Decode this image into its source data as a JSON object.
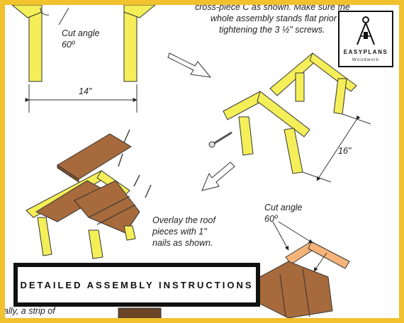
{
  "texts": {
    "top_cut_label": "Cut angle",
    "top_cut_angle": "60º",
    "dim_14": "14\"",
    "header_line1": "cross-piece C as shown. Make sure the",
    "header_line2": "whole assembly stands flat prior to",
    "header_line3": "tightening the 3 ½\" screws.",
    "dim_16": "16\"",
    "overlay_line1": "Overlay the roof",
    "overlay_line2": "pieces with 1\"",
    "overlay_line3": "nails as shown.",
    "bottom_cut_label": "Cut angle",
    "bottom_cut_angle": "60º",
    "footer_fragment": "ally, a strip of"
  },
  "logo": {
    "brand": "EASYPLANS",
    "sub": "Woodwork",
    "icon": "compass-icon"
  },
  "banner": {
    "label": "DETAILED ASSEMBLY INSTRUCTIONS"
  },
  "colors": {
    "border": "#f2c12e",
    "wood_yellow": "#f4ef58",
    "roof_brown": "#a66a3c",
    "cut_piece": "#f6b47a"
  }
}
